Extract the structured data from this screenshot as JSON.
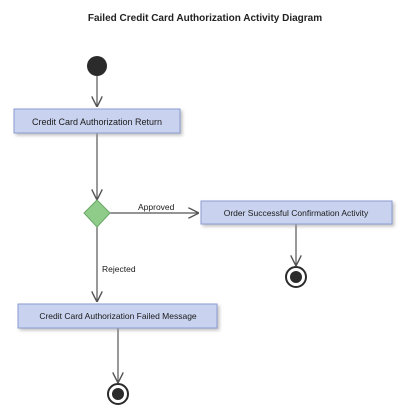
{
  "title": "Failed Credit Card Authorization Activity Diagram",
  "nodes": {
    "return": "Credit Card Authorization Return",
    "success": "Order Successful Confirmation Activity",
    "failed": "Credit Card Authorization Failed Message"
  },
  "edges": {
    "approved": "Approved",
    "rejected": "Rejected"
  },
  "colors": {
    "box_fill": "#c9d3ef",
    "box_stroke": "#8a9bd0",
    "diamond_fill": "#8fcc8a",
    "line": "#555555",
    "node_dark": "#2b2b2b"
  }
}
